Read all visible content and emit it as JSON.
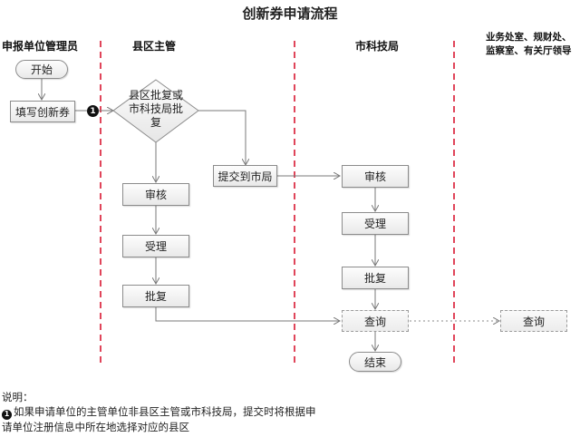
{
  "title": "创新券申请流程",
  "lanes": [
    {
      "id": "applicant",
      "label": "申报单位管理员"
    },
    {
      "id": "county",
      "label": "县区主管"
    },
    {
      "id": "city",
      "label": "市科技局"
    },
    {
      "id": "dept",
      "label_line1": "业务处室、规财处、",
      "label_line2": "监察室、有关厅领导"
    }
  ],
  "nodes": {
    "start": "开始",
    "fill": "填写创新券",
    "badge": "1",
    "decision_line1": "县区批复或",
    "decision_line2": "市科技局批",
    "decision_line3": "复",
    "submit_city": "提交到市局",
    "county_review": "审核",
    "county_accept": "受理",
    "county_approve": "批复",
    "city_review": "审核",
    "city_accept": "受理",
    "city_approve": "批复",
    "city_query": "查询",
    "end": "结束",
    "dept_query": "查询"
  },
  "notes": {
    "heading": "说明：",
    "badge": "1",
    "line1": "如果申请单位的主管单位非县区主管或市科技局，提交时将根据申",
    "line2": "请单位注册信息中所在地选择对应的县区"
  },
  "colors": {
    "lane_divider": "#e0455a",
    "connector": "#7a7a7a"
  }
}
